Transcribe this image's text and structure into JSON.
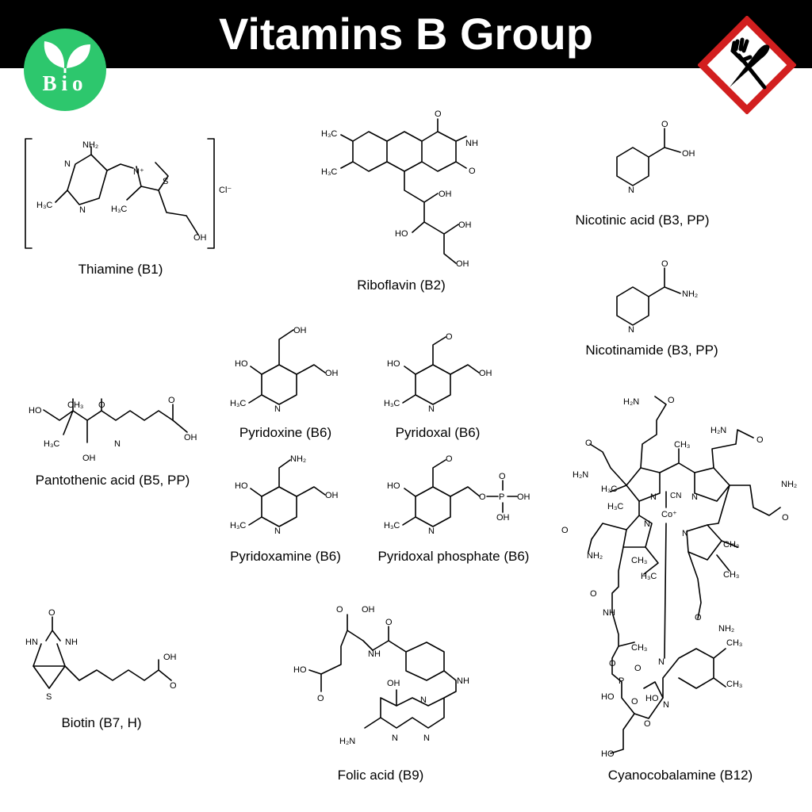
{
  "header": {
    "title": "Vitamins B Group"
  },
  "badge": {
    "text": "Bio",
    "color": "#2dc76d"
  },
  "warning": {
    "icon": "fork-knife-icon",
    "color": "#d21f1f"
  },
  "labels": {
    "thiamine": "Thiamine (B1)",
    "riboflavin": "Riboflavin (B2)",
    "nicotinic": "Nicotinic acid (B3, PP)",
    "nicotinamide": "Nicotinamide (B3, PP)",
    "pantothenic": "Pantothenic acid (B5, PP)",
    "pyridoxine": "Pyridoxine (B6)",
    "pyridoxal": "Pyridoxal (B6)",
    "pyridoxamine": "Pyridoxamine (B6)",
    "pyridoxal_phosphate": "Pyridoxal phosphate (B6)",
    "biotin": "Biotin (B7, H)",
    "folic": "Folic acid (B9)",
    "cyanocobalamine": "Cyanocobalamine (B12)"
  },
  "atoms": {
    "nh2": "NH₂",
    "h2n": "H₂N",
    "n": "N",
    "nplus": "N⁺",
    "s": "S",
    "cl": "Cl⁻",
    "h3c": "H₃C",
    "ch3": "CH₃",
    "oh": "OH",
    "ho": "HO",
    "o": "O",
    "nh": "NH",
    "hn": "HN",
    "p": "P",
    "cn": "CN",
    "co": "Co⁺"
  }
}
